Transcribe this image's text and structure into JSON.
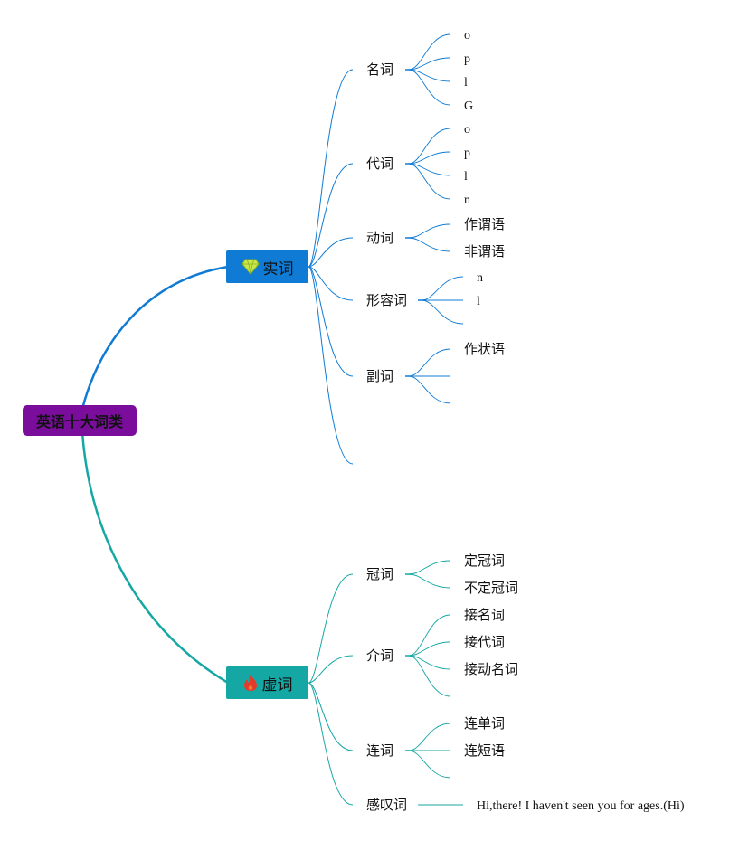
{
  "root": {
    "label": "英语十大词类"
  },
  "branches": [
    {
      "label": "实词",
      "icon": "diamond-icon",
      "color": "#0F7BD4",
      "children": [
        {
          "label": "名词",
          "items": [
            "o",
            "p",
            "l",
            "G"
          ]
        },
        {
          "label": "代词",
          "items": [
            "o",
            "p",
            "l",
            "n"
          ]
        },
        {
          "label": "动词",
          "items": [
            "作谓语",
            "非谓语"
          ]
        },
        {
          "label": "形容词",
          "items": [
            "n",
            "l"
          ]
        },
        {
          "label": "副词",
          "items": [
            "作状语"
          ]
        }
      ]
    },
    {
      "label": "虚词",
      "icon": "flame-icon",
      "color": "#14A7A4",
      "children": [
        {
          "label": "冠词",
          "items": [
            "定冠词",
            "不定冠词"
          ]
        },
        {
          "label": "介词",
          "items": [
            "接名词",
            "接代词",
            "接动名词"
          ]
        },
        {
          "label": "连词",
          "items": [
            "连单词",
            "连短语"
          ]
        },
        {
          "label": "感叹词",
          "items": [
            "Hi,there! I haven't seen you for ages.(Hi)"
          ]
        }
      ]
    }
  ],
  "colors": {
    "root": "#7B0D9C",
    "branch1": "#0F7BD4",
    "branch2": "#14A7A4",
    "diamond": "#C9E84A",
    "flame": "#E53A2A"
  }
}
